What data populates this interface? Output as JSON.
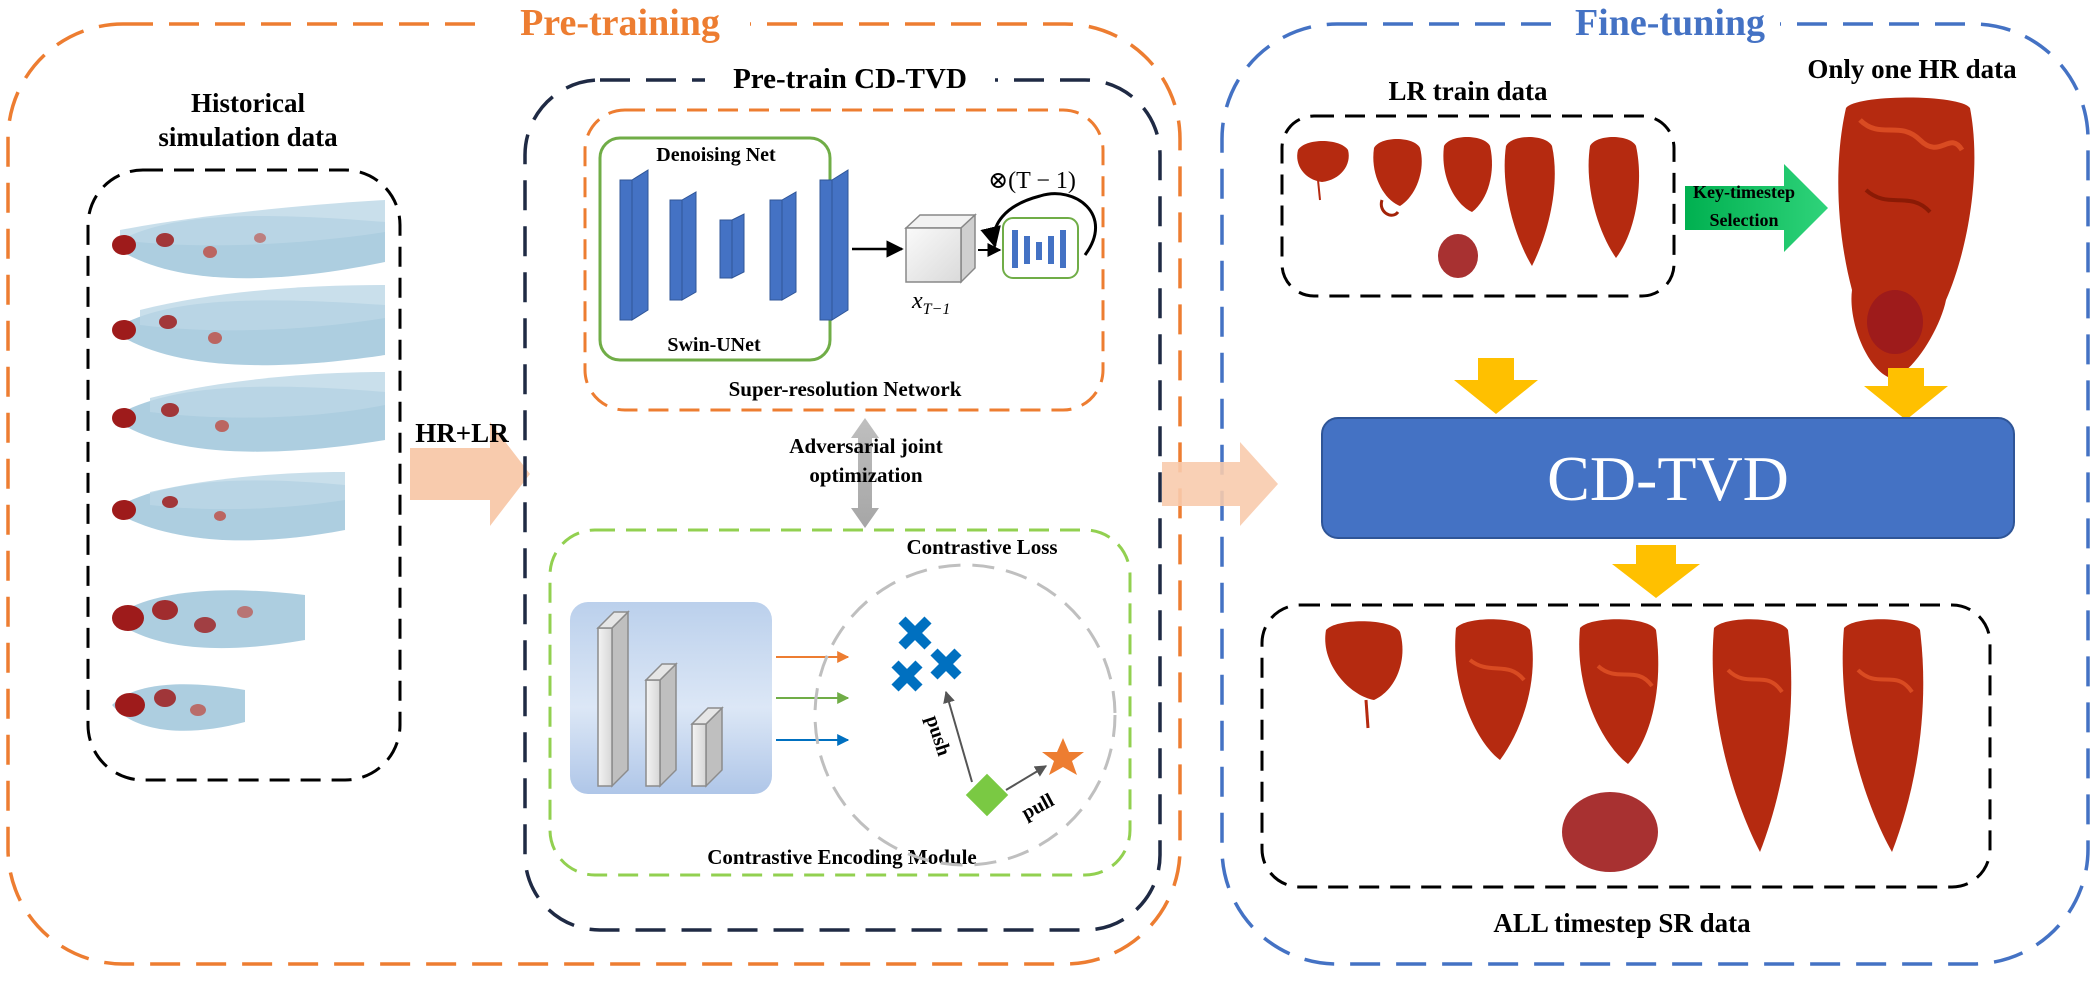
{
  "pretraining": {
    "title": "Pre-training",
    "historical_label_line1": "Historical",
    "historical_label_line2": "simulation data",
    "input_arrow_label": "HR+LR",
    "pretrain_box_title": "Pre-train CD-TVD",
    "denoising_net_label": "Denoising Net",
    "swin_unet_label": "Swin-UNet",
    "iteration_label": "⊗(T − 1)",
    "latent_label": "x_{T−1}",
    "latent_main": "x",
    "latent_sub": "T−1",
    "sr_network_label": "Super-resolution Network",
    "adversarial_line1": "Adversarial joint",
    "adversarial_line2": "optimization",
    "contrastive_loss_label": "Contrastive Loss",
    "push_label": "push",
    "pull_label": "pull",
    "contrastive_module_label": "Contrastive Encoding Module"
  },
  "finetuning": {
    "title": "Fine-tuning",
    "lr_train_label": "LR train data",
    "hr_label": "Only one HR data",
    "key_timestep_line1": "Key-timestep",
    "key_timestep_line2": "Selection",
    "model_label": "CD-TVD",
    "output_label": "ALL timestep SR data"
  },
  "colors": {
    "pretrain_border": "#ED7D31",
    "finetune_border": "#4472C4",
    "inner_border": "#1F2A44",
    "green_border": "#70AD47",
    "light_green_border": "#92D050",
    "net_block": "#4472C4",
    "model_fill": "#4472C4",
    "arrow_peach": "#F8CBAD",
    "arrow_gold": "#FFC000",
    "arrow_green": "#00B050",
    "cross_blue": "#0070C0",
    "diamond_green": "#7AC943",
    "star_orange": "#ED7D31",
    "flow_blue": "#9FC5DA",
    "flow_red": "#9E1B1B",
    "volume_red": "#B52A10"
  }
}
